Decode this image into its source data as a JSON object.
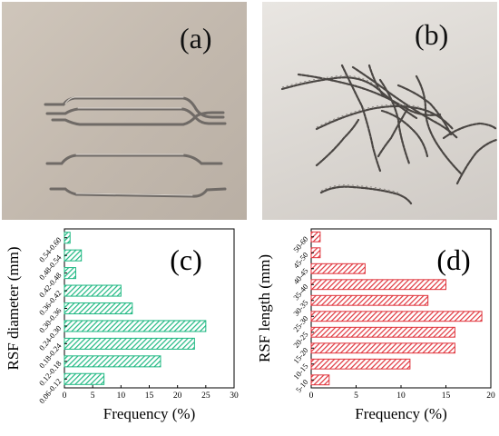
{
  "panels": {
    "a": {
      "label": "(a)"
    },
    "b": {
      "label": "(b)"
    }
  },
  "chart_data": [
    {
      "type": "bar",
      "orientation": "horizontal",
      "panel_label": "(c)",
      "categories": [
        "0.06-0.12",
        "0.12-0.18",
        "0.18-0.24",
        "0.24-0.30",
        "0.30-0.36",
        "0.36-0.42",
        "0.42-0.48",
        "0.48-0.54",
        "0.54-0.60"
      ],
      "values": [
        7,
        17,
        23,
        25,
        12,
        10,
        2,
        3,
        1
      ],
      "xlabel": "Frequency (%)",
      "ylabel": "RSF diameter (mm)",
      "xlim": [
        0,
        30
      ],
      "xticks": [
        0,
        5,
        10,
        15,
        20,
        25,
        30
      ],
      "color": "#1fb882",
      "grid": false
    },
    {
      "type": "bar",
      "orientation": "horizontal",
      "panel_label": "(d)",
      "categories": [
        "5-10",
        "10-15",
        "15-20",
        "20-25",
        "25-30",
        "30-35",
        "35-40",
        "40-45",
        "45-50",
        "50-60"
      ],
      "values": [
        2,
        11,
        16,
        16,
        19,
        13,
        15,
        6,
        1,
        1
      ],
      "xlabel": "Frequency (%)",
      "ylabel": "RSF length (mm)",
      "xlim": [
        0,
        20
      ],
      "xticks": [
        0,
        5,
        10,
        15,
        20
      ],
      "color": "#e0353d",
      "grid": false
    }
  ]
}
